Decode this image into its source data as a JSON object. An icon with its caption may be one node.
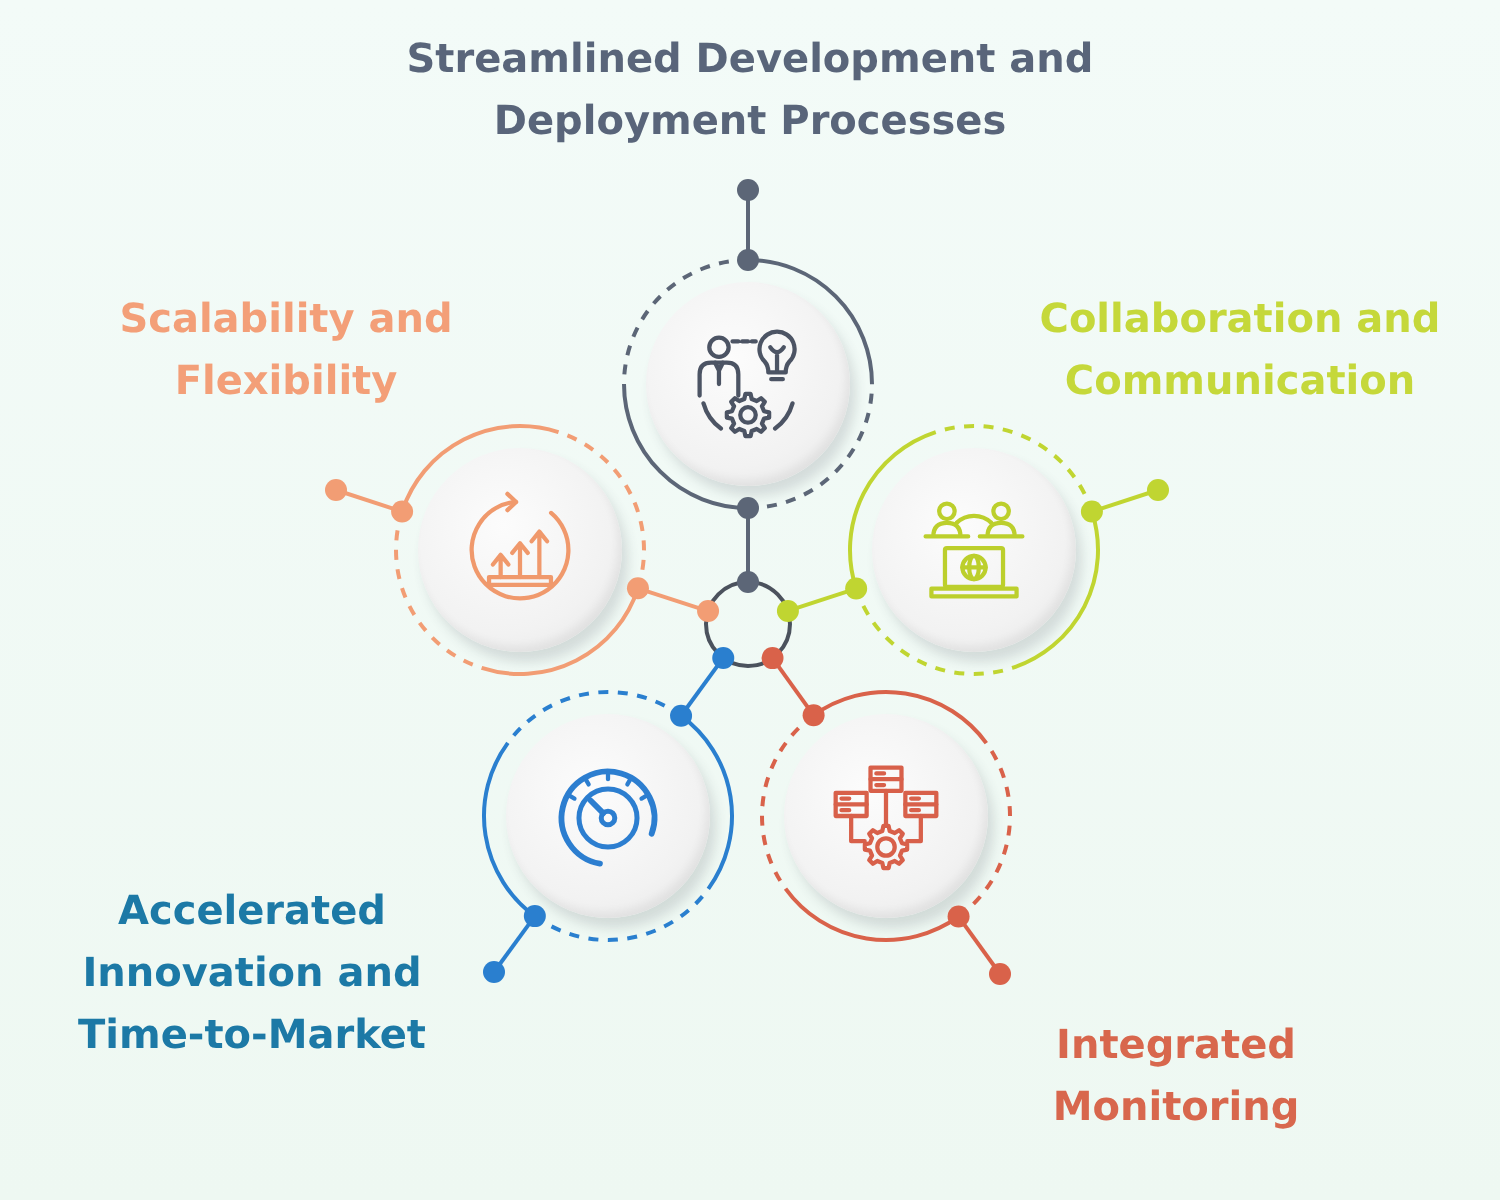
{
  "diagram": {
    "nodes": [
      {
        "text": [],
        "shape": "circle",
        "beside": [
          "Streamlined Development and Deployment Processes"
        ]
      },
      {
        "text": [],
        "shape": "circle",
        "beside": [
          "Scalability and Flexibility"
        ]
      },
      {
        "text": [],
        "shape": "circle",
        "beside": [
          "Collaboration and Communication"
        ]
      },
      {
        "text": [],
        "shape": "circle"
      },
      {
        "text": [],
        "shape": "circle",
        "beside": [
          "Accelerated Innovation and Time-to-Market"
        ]
      },
      {
        "text": [],
        "shape": "circle",
        "beside": [
          "Integrated Monitoring"
        ]
      }
    ],
    "edges": [
      {
        "from": 3,
        "to": 0,
        "arrow": "other",
        "color": "#5c6677"
      },
      {
        "from": 3,
        "to": 1,
        "arrow": "other",
        "color": "#f29d74"
      },
      {
        "from": 3,
        "to": 2,
        "arrow": "other",
        "color": "#c0d531"
      },
      {
        "from": 3,
        "to": 4,
        "arrow": "other",
        "color": "#2a7fcf"
      },
      {
        "from": 3,
        "to": 5,
        "arrow": "other",
        "color": "#d9624a"
      },
      {
        "from": 0,
        "to": null,
        "arrow": "other",
        "color": "#5c6677"
      },
      {
        "from": 1,
        "to": null,
        "arrow": "other",
        "color": "#f29d74"
      },
      {
        "from": 2,
        "to": null,
        "arrow": "other",
        "color": "#c0d531"
      },
      {
        "from": 4,
        "to": null,
        "arrow": "other",
        "color": "#2a7fcf"
      },
      {
        "from": 5,
        "to": null,
        "arrow": "other",
        "color": "#d9624a"
      }
    ]
  }
}
